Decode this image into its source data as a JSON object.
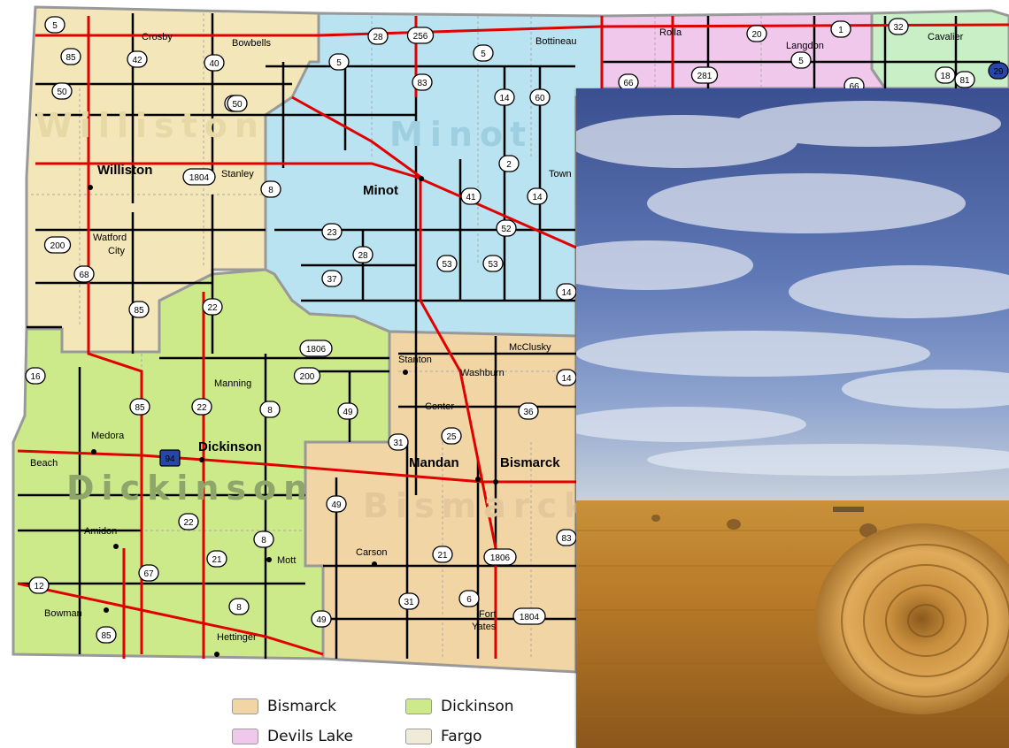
{
  "regions": [
    {
      "id": "williston",
      "label": "Williston",
      "color": "#f3e6b8",
      "text_color": "#e7d9a6"
    },
    {
      "id": "minot",
      "label": "Minot",
      "color": "#b9e3f1",
      "text_color": "#9ecfe0"
    },
    {
      "id": "devils_lake",
      "label": "Devils Lake",
      "color": "#f0c8ec"
    },
    {
      "id": "grand_forks",
      "label": "",
      "color": "#c9efc6"
    },
    {
      "id": "dickinson",
      "label": "Dickinson",
      "color": "#cdea8b",
      "text_color": "#8fa66a"
    },
    {
      "id": "bismarck",
      "label": "Bismarck",
      "color": "#f1d5a4",
      "text_color": "#e4c79b"
    }
  ],
  "cities": {
    "crosby": "Crosby",
    "bowbells": "Bowbells",
    "bottineau": "Bottineau",
    "rolla": "Rolla",
    "langdon": "Langdon",
    "cavalier": "Cavalier",
    "williston": "Williston",
    "stanley": "Stanley",
    "minot": "Minot",
    "towner": "Town",
    "watford_city": "Watford",
    "watford_city2": "City",
    "stanton": "Stanton",
    "mcclusky": "McClusky",
    "washburn": "Washburn",
    "manning": "Manning",
    "center": "Center",
    "medora": "Medora",
    "beach": "Beach",
    "dickinson": "Dickinson",
    "mandan": "Mandan",
    "bismarck": "Bismarck",
    "amidon": "Amidon",
    "mott": "Mott",
    "carson": "Carson",
    "bowman": "Bowman",
    "hettinger": "Hettinger",
    "fort_yates": "Fort",
    "fort_yates2": "Yates"
  },
  "shields": [
    "5",
    "85",
    "42",
    "40",
    "50",
    "2",
    "1804",
    "8",
    "5",
    "28",
    "256",
    "83",
    "5",
    "14",
    "60",
    "66",
    "20",
    "281",
    "1",
    "5",
    "66",
    "32",
    "18",
    "81",
    "29",
    "200",
    "68",
    "23",
    "28",
    "37",
    "53",
    "53",
    "52",
    "41",
    "14",
    "2",
    "22",
    "85",
    "1806",
    "200",
    "16",
    "85",
    "22",
    "8",
    "49",
    "31",
    "25",
    "36",
    "14",
    "94",
    "22",
    "8",
    "21",
    "49",
    "67",
    "12",
    "21",
    "31",
    "6",
    "1806",
    "1804",
    "83",
    "8",
    "49",
    "85",
    "50",
    "14"
  ],
  "legend": [
    {
      "label": "Bismarck",
      "color": "#f1d5a4"
    },
    {
      "label": "Dickinson",
      "color": "#cdea8b"
    },
    {
      "label": "Devils Lake",
      "color": "#f0c8ec"
    },
    {
      "label": "Fargo",
      "color": "#f0ebd8"
    }
  ],
  "photo": {
    "subject": "hay bale field under cloudy sky"
  }
}
